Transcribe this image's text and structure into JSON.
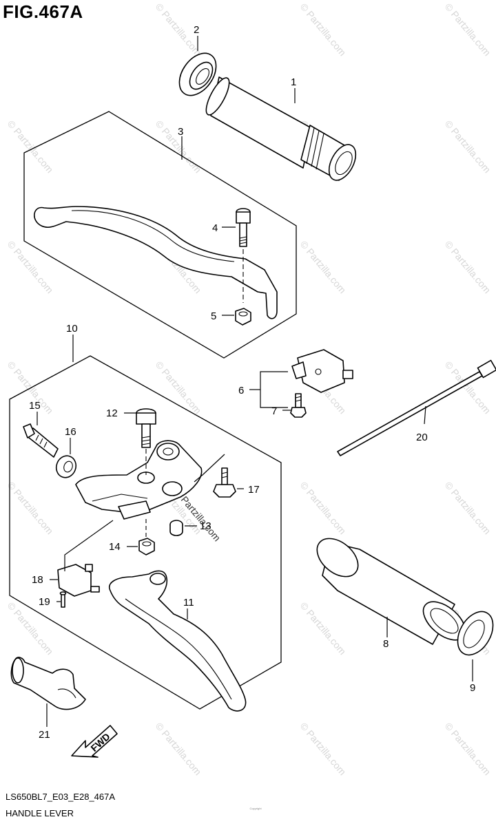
{
  "figure": {
    "title": "FIG.467A",
    "code": "LS650BL7_E03_E28_467A",
    "name": "HANDLE LEVER",
    "copyright": "Copyright",
    "direction_label": "FWD"
  },
  "watermark": {
    "text": "© Partzilla.com",
    "overlay_text": "Partzilla.com"
  },
  "callouts": [
    "1",
    "2",
    "3",
    "4",
    "5",
    "6",
    "7",
    "8",
    "9",
    "10",
    "11",
    "12",
    "13",
    "14",
    "15",
    "16",
    "17",
    "18",
    "19",
    "20",
    "21"
  ],
  "parts": [
    {
      "ref": "1",
      "icon": "handlebar-grip-icon"
    },
    {
      "ref": "2",
      "icon": "grip-end-cap-icon"
    },
    {
      "ref": "3",
      "icon": "clutch-lever-assembly-icon"
    },
    {
      "ref": "4",
      "icon": "pivot-bolt-icon"
    },
    {
      "ref": "5",
      "icon": "nut-icon"
    },
    {
      "ref": "6",
      "icon": "clutch-switch-icon"
    },
    {
      "ref": "7",
      "icon": "screw-icon"
    },
    {
      "ref": "8",
      "icon": "handlebar-grip-icon"
    },
    {
      "ref": "9",
      "icon": "grip-end-cap-icon"
    },
    {
      "ref": "10",
      "icon": "brake-lever-assembly-icon"
    },
    {
      "ref": "11",
      "icon": "brake-lever-icon"
    },
    {
      "ref": "12",
      "icon": "pivot-bolt-icon"
    },
    {
      "ref": "13",
      "icon": "bushing-icon"
    },
    {
      "ref": "14",
      "icon": "nut-icon"
    },
    {
      "ref": "15",
      "icon": "adjuster-bolt-icon"
    },
    {
      "ref": "16",
      "icon": "lock-nut-icon"
    },
    {
      "ref": "17",
      "icon": "bolt-icon"
    },
    {
      "ref": "18",
      "icon": "brake-light-switch-icon"
    },
    {
      "ref": "19",
      "icon": "screw-icon"
    },
    {
      "ref": "20",
      "icon": "cable-tie-icon"
    },
    {
      "ref": "21",
      "icon": "lever-boot-icon"
    }
  ]
}
